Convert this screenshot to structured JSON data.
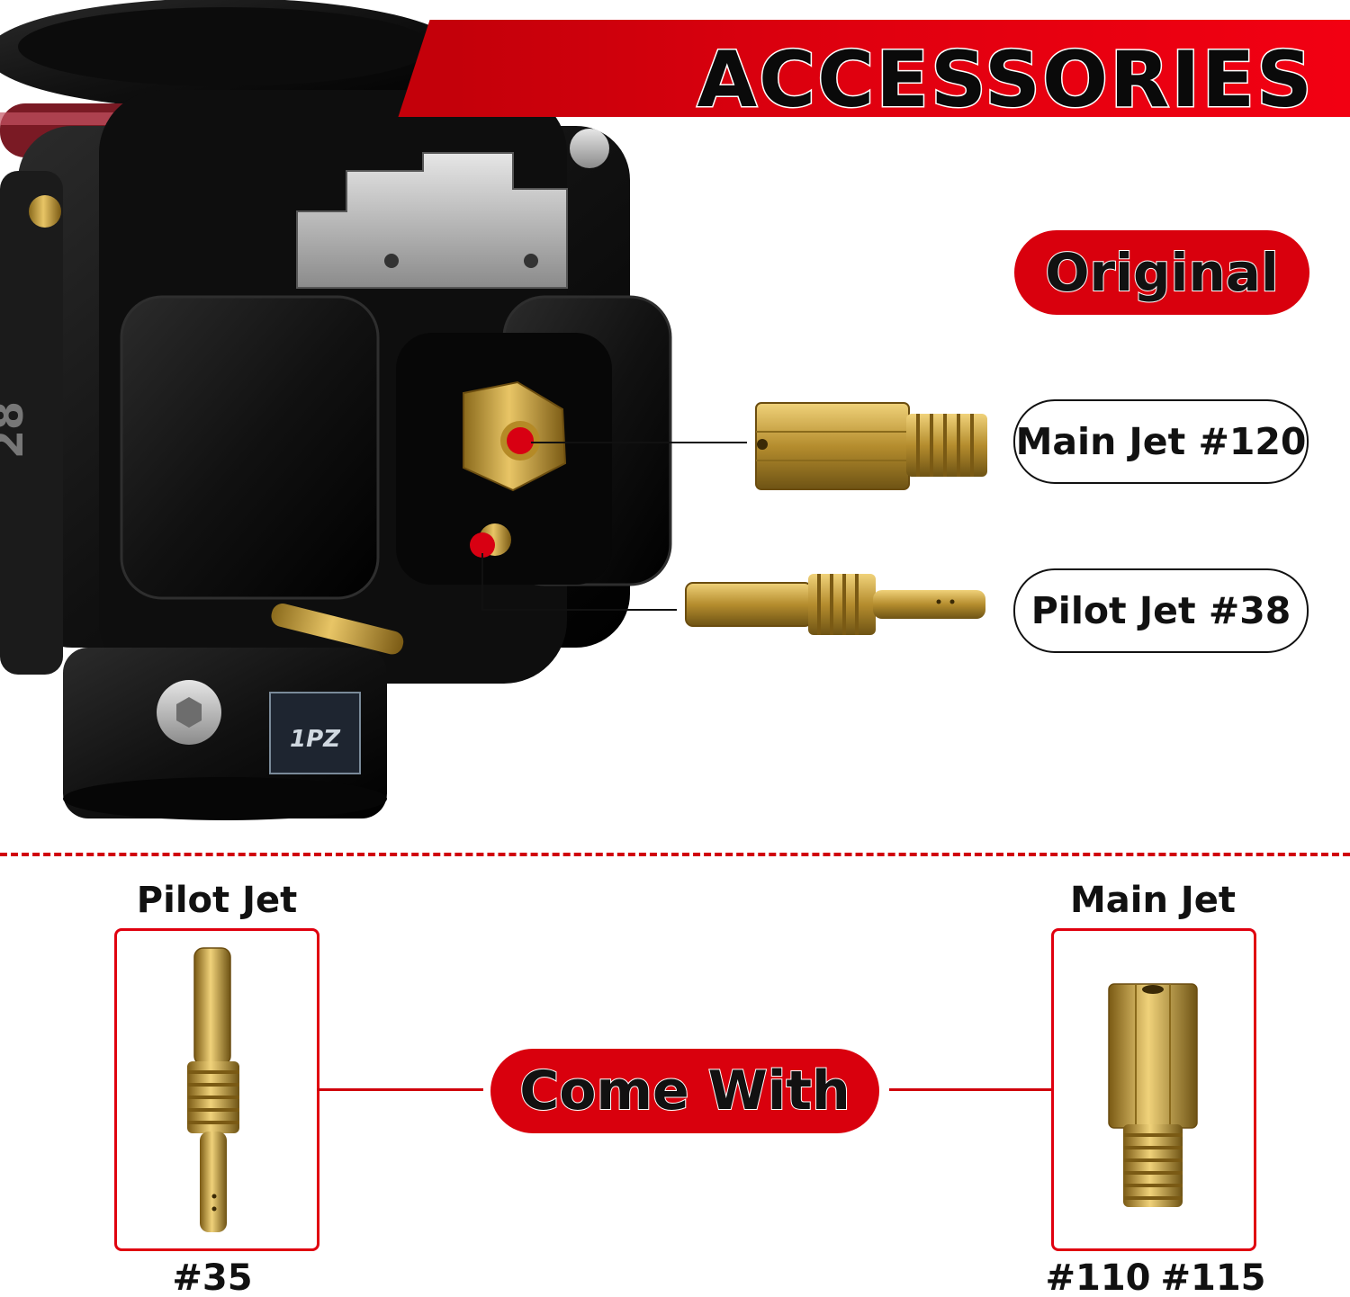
{
  "header": {
    "title": "ACCESSORIES"
  },
  "original": {
    "badge": "Original",
    "main_jet": "Main Jet #120",
    "pilot_jet": "Pilot Jet #38"
  },
  "carburetor": {
    "size_marking": "28",
    "brand_mark": "1PZ"
  },
  "come_with": {
    "badge": "Come With",
    "pilot_jet": {
      "title": "Pilot Jet",
      "sizes": "#35"
    },
    "main_jet": {
      "title": "Main Jet",
      "size_a": "#110",
      "size_b": "#115"
    }
  },
  "colors": {
    "accent_red": "#e0000f",
    "brass": "#c9a33a",
    "body_black": "#141414"
  }
}
